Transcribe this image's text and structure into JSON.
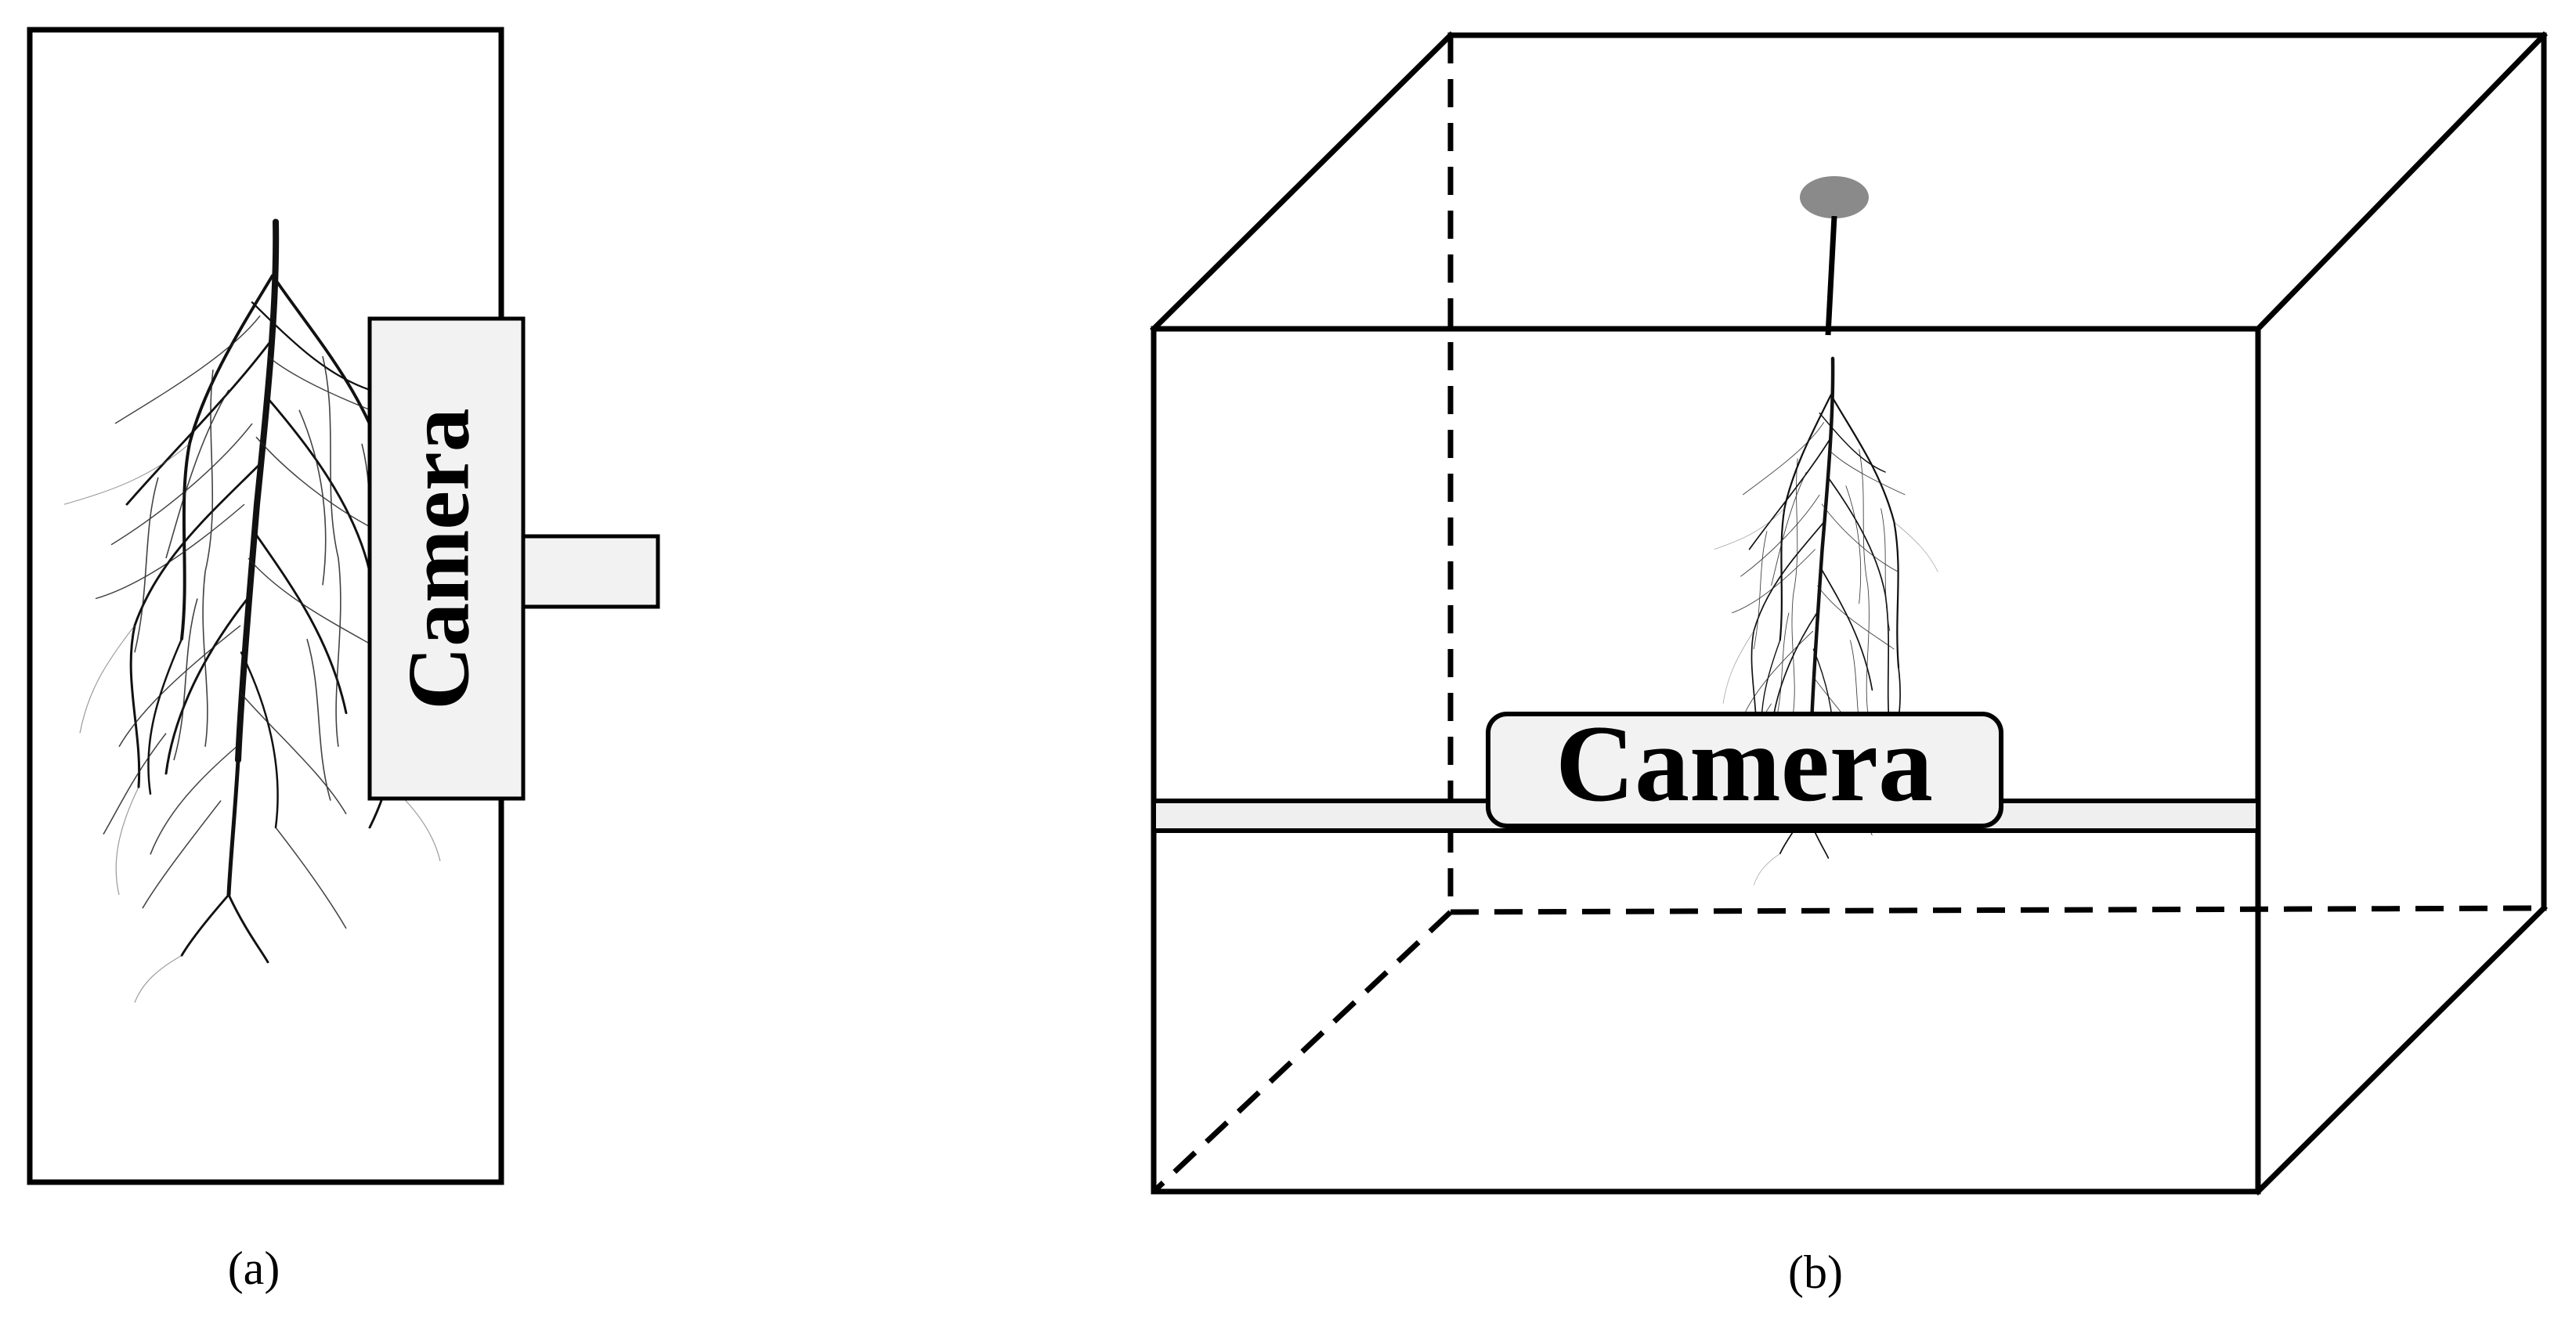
{
  "panel_a": {
    "camera_label": "Camera",
    "caption": "(a)"
  },
  "panel_b": {
    "camera_label": "Camera",
    "caption": "(b)"
  },
  "colors": {
    "stroke": "#000000",
    "camera_fill": "#f2f2f2",
    "rail_fill": "#efefef",
    "seed_fill": "#8a8a8a",
    "root": "#111111"
  },
  "icons": {
    "root_system": "plant-root-icon",
    "seed": "seed-icon"
  }
}
